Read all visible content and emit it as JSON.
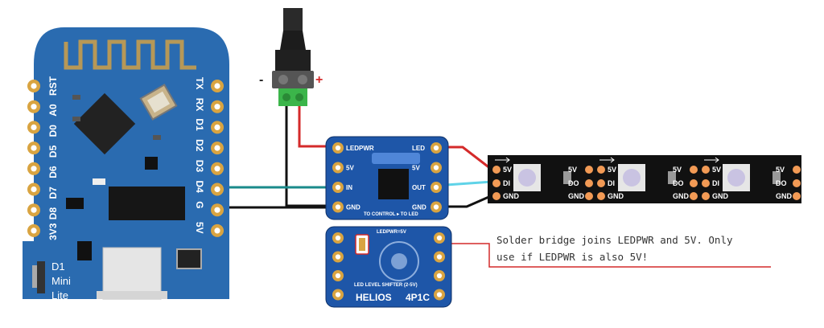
{
  "colors": {
    "board_blue": "#2a6bb0",
    "board_dark": "#1b4f8f",
    "pin_gold": "#d9a441",
    "wire_red": "#d42a2a",
    "wire_black": "#111111",
    "wire_teal": "#1a8a8a",
    "wire_cyan": "#5fd3e8",
    "strip_black": "#111111",
    "pad_orange": "#f29a55",
    "terminal_green": "#3bb54a"
  },
  "d1_mini": {
    "left_pins": [
      "RST",
      "A0",
      "D0",
      "D5",
      "D6",
      "D7",
      "D8",
      "3V3"
    ],
    "right_pins": [
      "TX",
      "RX",
      "D1",
      "D2",
      "D3",
      "D4",
      "G",
      "5V"
    ],
    "name_lines": [
      "D1",
      "Mini",
      "Lite"
    ]
  },
  "power_jack": {
    "minus": "-",
    "plus": "+"
  },
  "shield": {
    "left_pins": [
      "LEDPWR",
      "5V",
      "IN",
      "GND"
    ],
    "right_pins": [
      "LED",
      "5V",
      "OUT",
      "GND"
    ],
    "footer": "TO CONTROL ▸ TO LED"
  },
  "shifter": {
    "header": "LEDPWR=5V",
    "name": "HELIOS",
    "model": "4P1C",
    "subtitle": "LED LEVEL SHIFTER (2-5V)"
  },
  "strip": {
    "segments": [
      {
        "in_pins": [
          "5V",
          "DI",
          "GND"
        ]
      },
      {
        "out_pins": [
          "5V",
          "DO",
          "GND"
        ],
        "in_pins": [
          "5V",
          "DI",
          "GND"
        ]
      },
      {
        "out_pins": [
          "5V",
          "DO",
          "GND"
        ],
        "in_pins": [
          "5V",
          "DI",
          "GND"
        ]
      },
      {
        "out_pins": [
          "5V",
          "DO",
          "GND"
        ]
      }
    ]
  },
  "note_lines": [
    "Solder bridge joins LEDPWR and 5V. Only",
    "use if LEDPWR is also 5V!"
  ]
}
